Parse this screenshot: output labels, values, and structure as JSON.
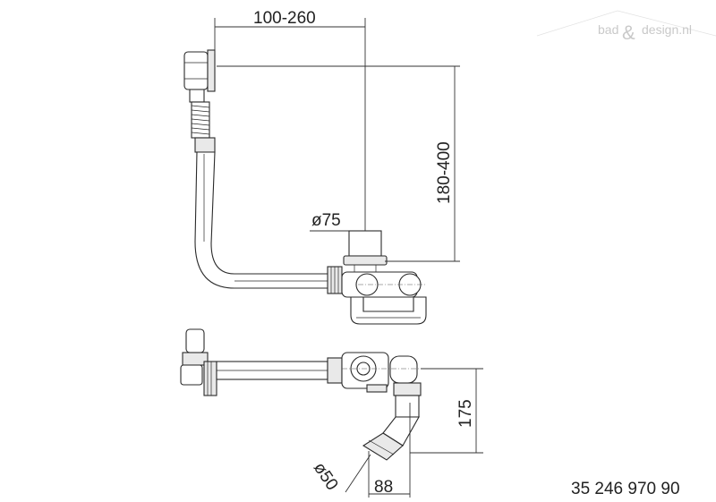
{
  "watermark": {
    "text_left": "bad",
    "text_right": "design.nl",
    "ampersand": "&"
  },
  "dimensions": {
    "top_width": "100-260",
    "height": "180-400",
    "diameter_top": "ø75",
    "diameter_bottom": "ø50",
    "offset_height": "175",
    "offset_width": "88"
  },
  "article_number": "35 246 970 90"
}
